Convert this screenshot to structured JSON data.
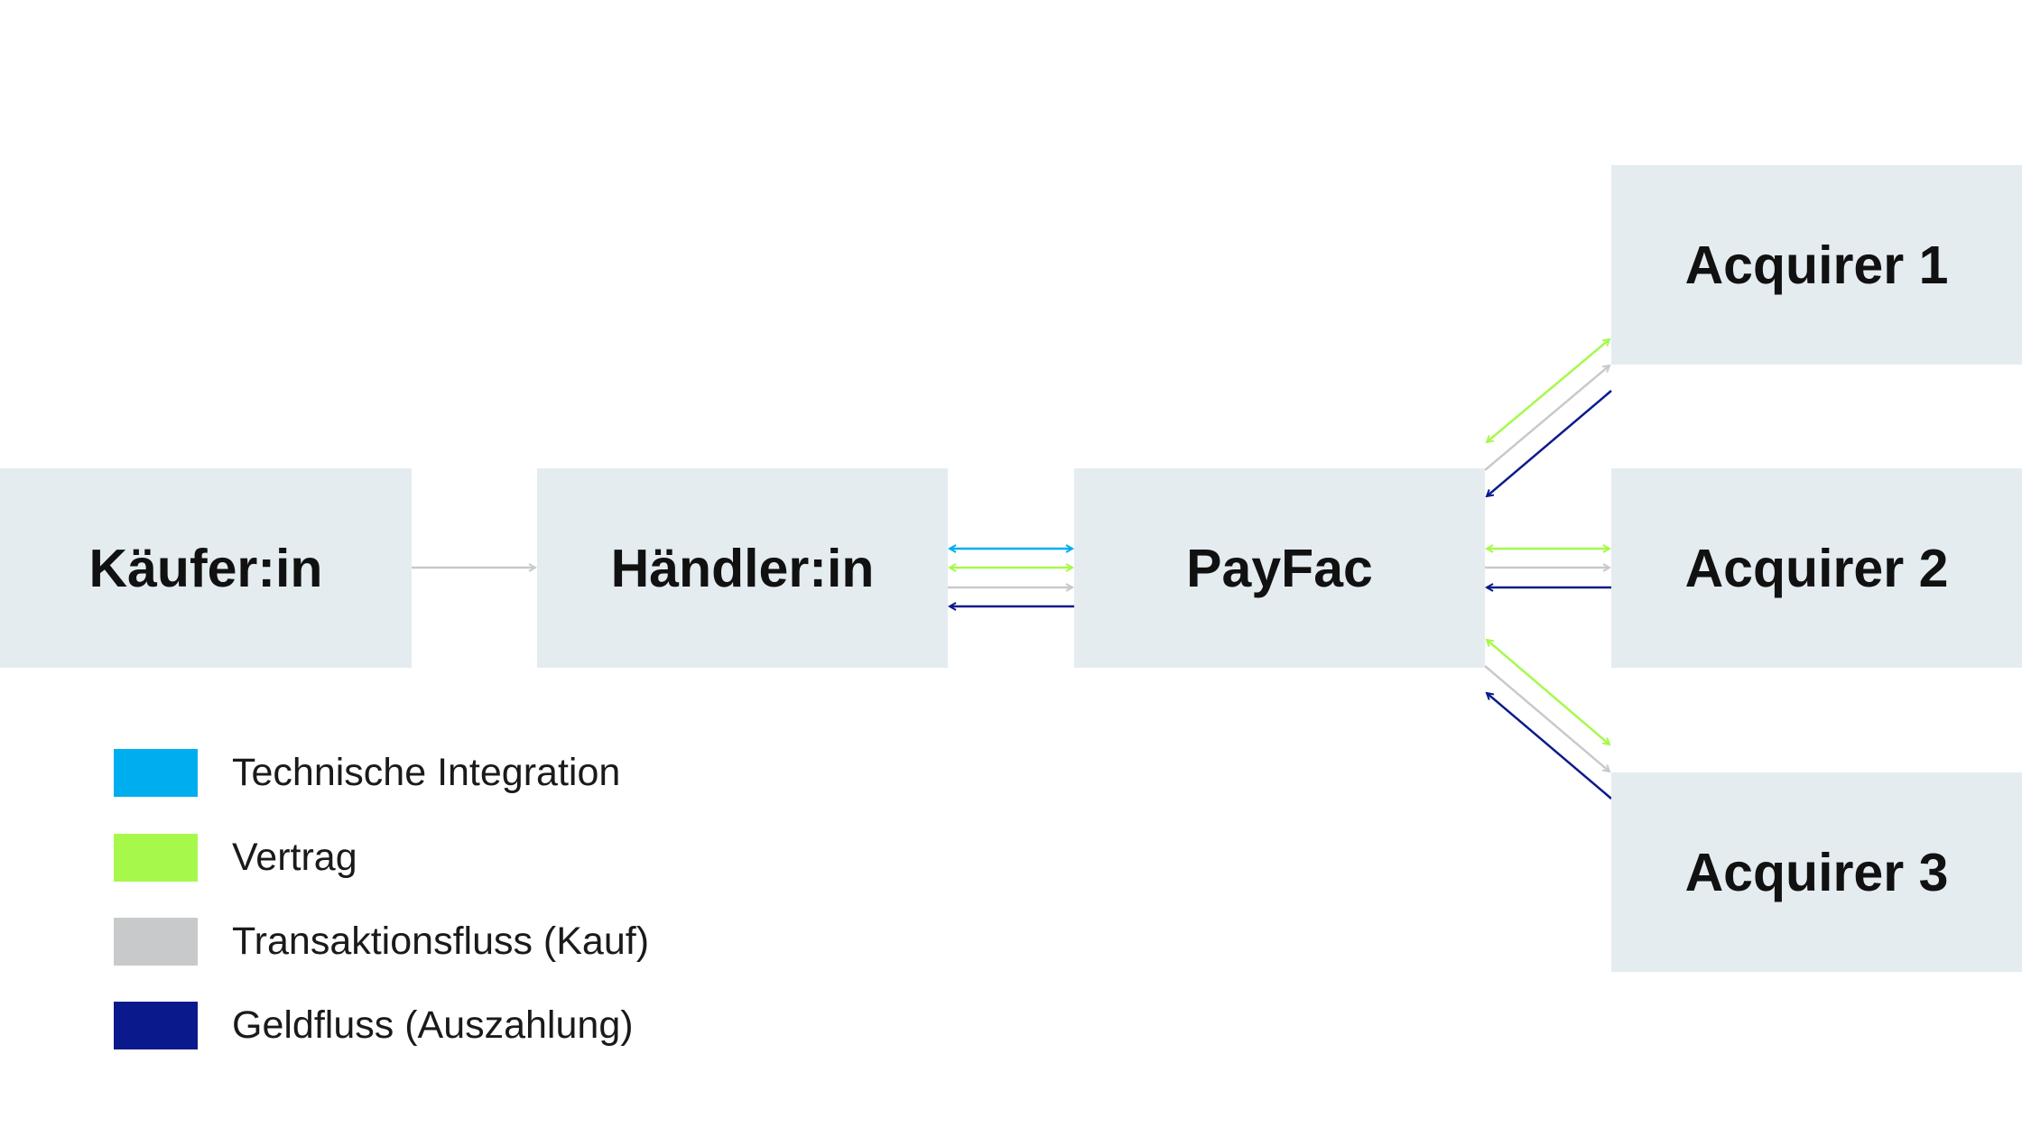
{
  "nodes": {
    "buyer": "Käufer:in",
    "merchant": "Händler:in",
    "payfac": "PayFac",
    "acquirer1": "Acquirer 1",
    "acquirer2": "Acquirer 2",
    "acquirer3": "Acquirer 3"
  },
  "colors": {
    "technical": "#00aeef",
    "contract": "#a6f94b",
    "transaction": "#c8c9cb",
    "money": "#0a1a8c",
    "node_fill": "#e4ecf0"
  },
  "legend": [
    {
      "label": "Technische Integration",
      "color": "#00aeef"
    },
    {
      "label": "Vertrag",
      "color": "#a6f94b"
    },
    {
      "label": "Transaktionsfluss (Kauf)",
      "color": "#c8c9cb"
    },
    {
      "label": "Geldfluss (Auszahlung)",
      "color": "#0a1a8c"
    }
  ]
}
